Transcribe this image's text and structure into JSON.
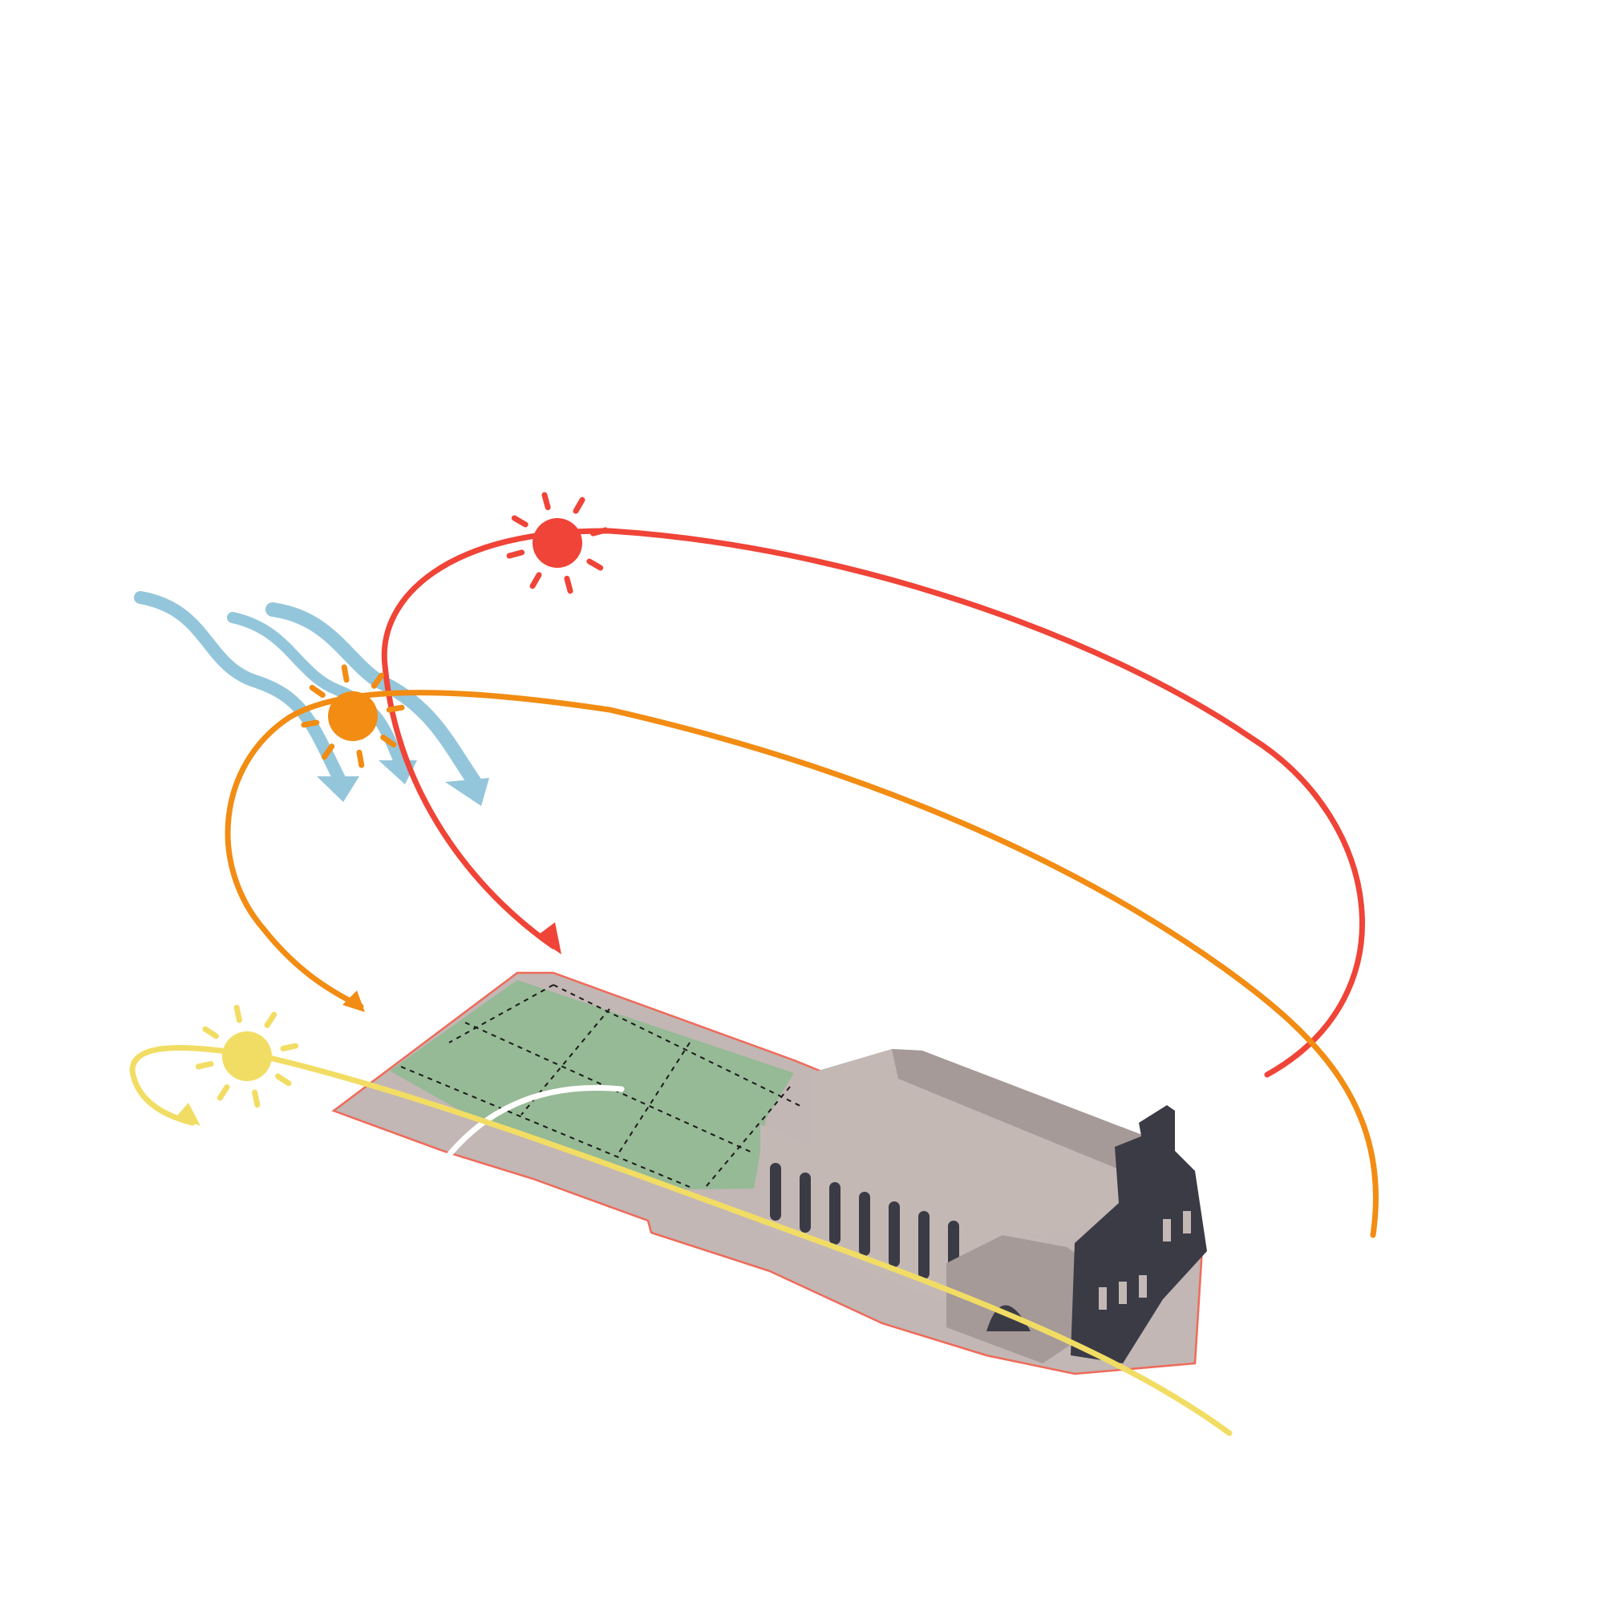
{
  "diagram": {
    "kind": "isometric site sun-path and wind diagram",
    "background": "#ffffff",
    "colors": {
      "summer_sun": "#ef4437",
      "equinox_sun": "#f28c13",
      "winter_sun": "#f2dd64",
      "wind": "#94c6db",
      "lawn": "#96b996",
      "ground": "#c2b7b4",
      "site_outline": "#ef6a5a",
      "building_light": "#c4b8b5",
      "building_mid": "#a59a97",
      "building_dark": "#3b3b46",
      "path": "#ffffff"
    },
    "suns": [
      {
        "id": "summer",
        "color_key": "summer_sun",
        "icon": "sun-icon"
      },
      {
        "id": "equinox",
        "color_key": "equinox_sun",
        "icon": "sun-icon"
      },
      {
        "id": "winter",
        "color_key": "winter_sun",
        "icon": "sun-icon"
      }
    ],
    "wind_arrows": 3,
    "text": []
  }
}
